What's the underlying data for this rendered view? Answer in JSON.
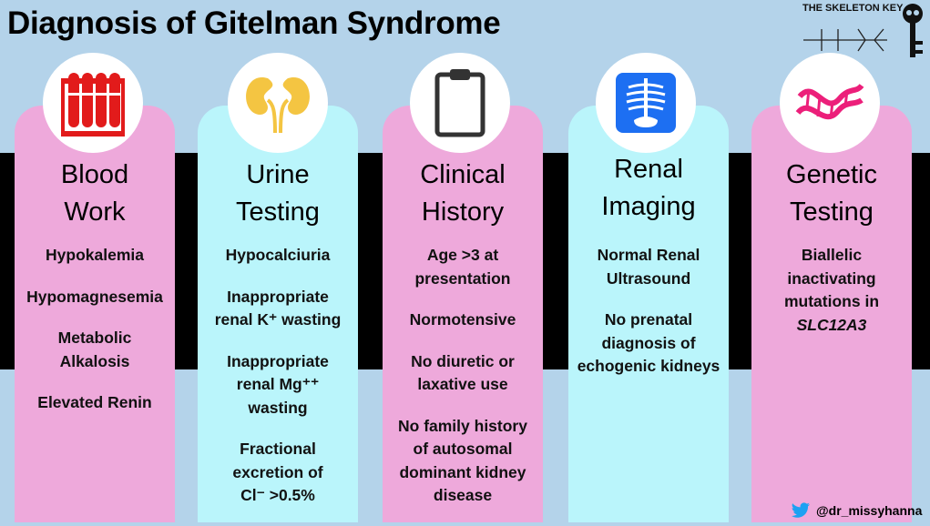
{
  "title": "Diagnosis of Gitelman Syndrome",
  "brand": "THE SKELETON KEY",
  "handle": "@dr_missyhanna",
  "colors": {
    "pink": "#eea9db",
    "cyan": "#baf5fb",
    "background": "#b4d3ea",
    "band": "#000000"
  },
  "cards": [
    {
      "heading": "Blood\nWork",
      "icon": "test-tubes-icon",
      "items": [
        "Hypokalemia",
        "Hypomagnesemia",
        "Metabolic\nAlkalosis",
        "Elevated Renin"
      ]
    },
    {
      "heading": "Urine\nTesting",
      "icon": "kidneys-icon",
      "items": [
        "Hypocalciuria",
        "Inappropriate\nrenal K⁺ wasting",
        "Inappropriate\nrenal Mg⁺⁺\nwasting",
        "Fractional\nexcretion of\nCl⁻ >0.5%"
      ]
    },
    {
      "heading": "Clinical\nHistory",
      "icon": "clipboard-icon",
      "items": [
        "Age >3 at\npresentation",
        "Normotensive",
        "No diuretic or\nlaxative use",
        "No family history\nof autosomal\ndominant kidney\ndisease"
      ]
    },
    {
      "heading": "Renal\nImaging",
      "icon": "xray-icon",
      "items": [
        "Normal Renal\nUltrasound",
        "No prenatal\ndiagnosis of\nechogenic kidneys"
      ]
    },
    {
      "heading": "Genetic\nTesting",
      "icon": "dna-icon",
      "items": [
        "Biallelic\ninactivating\nmutations in",
        "SLC12A3"
      ]
    }
  ]
}
